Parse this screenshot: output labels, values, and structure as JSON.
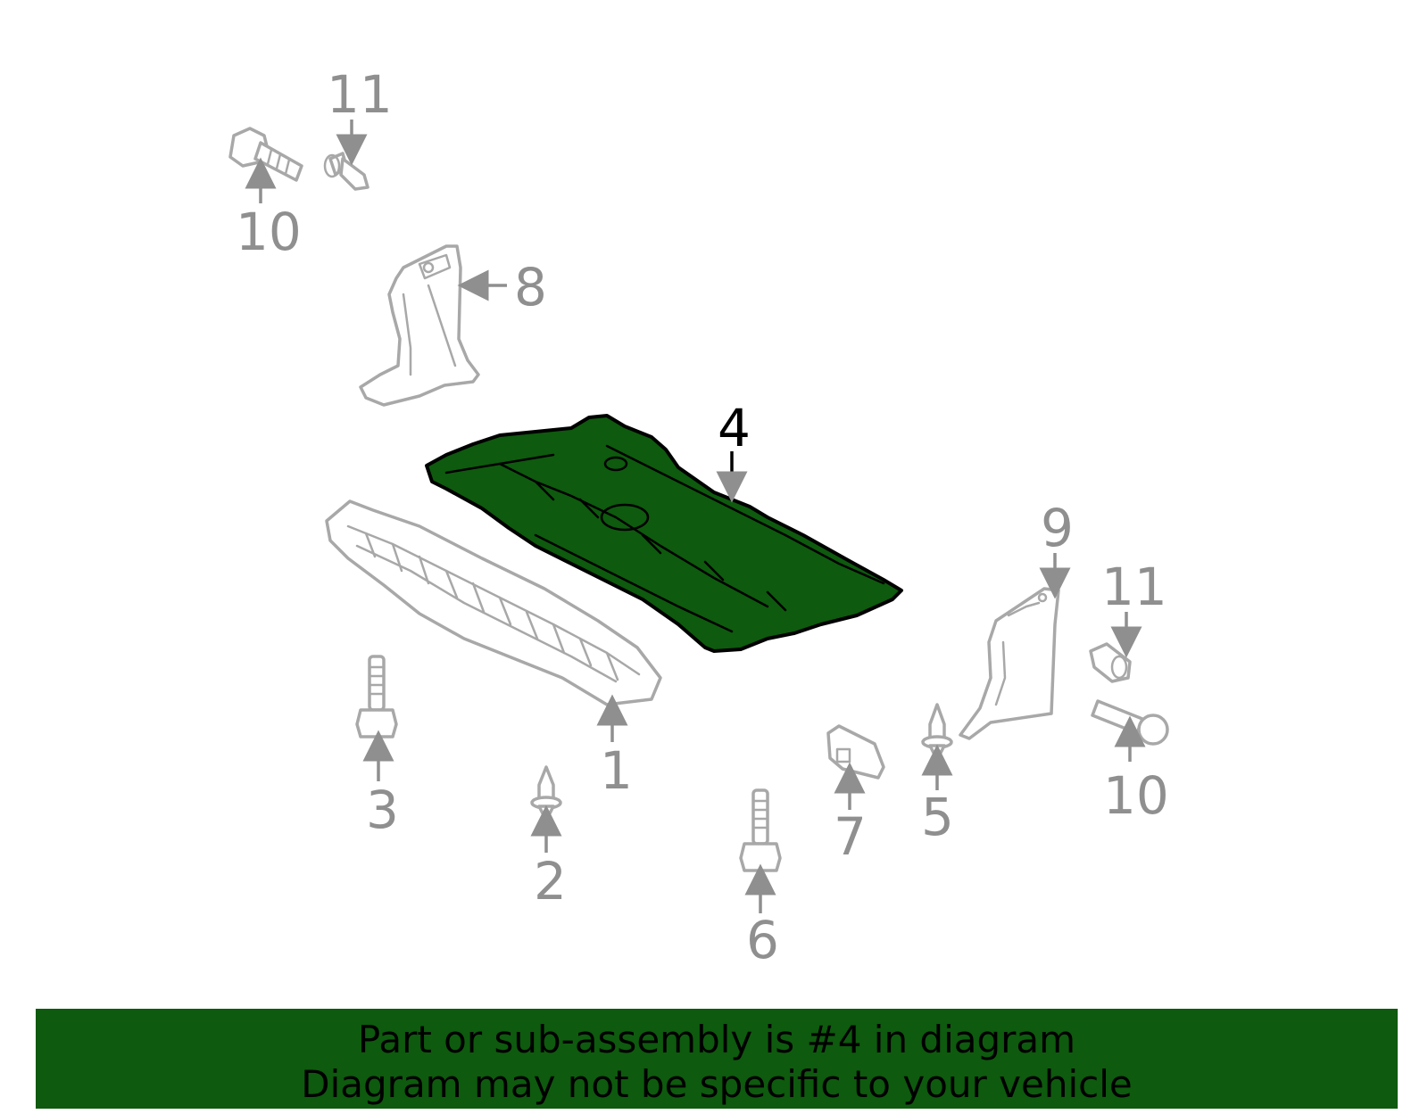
{
  "banner": {
    "line1": "Part or sub-assembly is #4 in diagram",
    "line2": "Diagram may not be specific to your vehicle",
    "background": "#0e5a0e"
  },
  "highlight_color": "#0e5a0e",
  "callouts": {
    "c11_top": "11",
    "c10_top": "10",
    "c8": "8",
    "c4": "4",
    "c9": "9",
    "c11_right": "11",
    "c1": "1",
    "c3": "3",
    "c2": "2",
    "c6": "6",
    "c7": "7",
    "c5": "5",
    "c10_right": "10"
  }
}
